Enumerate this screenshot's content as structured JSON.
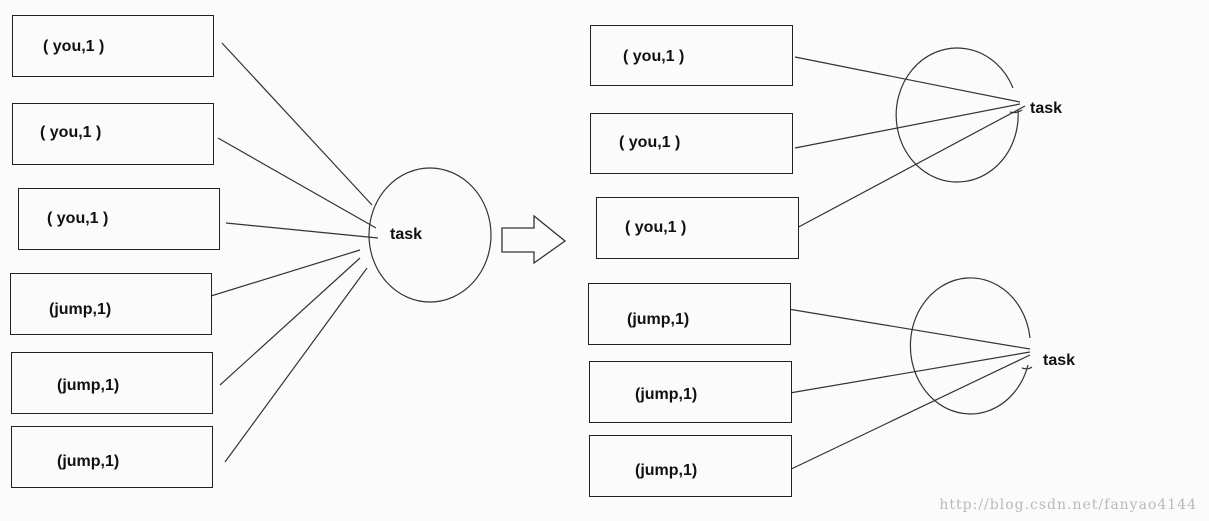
{
  "left_group": {
    "boxes": [
      {
        "label": "( you,1 )"
      },
      {
        "label": "( you,1 )"
      },
      {
        "label": "( you,1 )"
      },
      {
        "label": "(jump,1)"
      },
      {
        "label": "(jump,1)"
      },
      {
        "label": "(jump,1)"
      }
    ],
    "task_label": "task"
  },
  "right_group": {
    "boxes": [
      {
        "label": "( you,1 )"
      },
      {
        "label": "( you,1 )"
      },
      {
        "label": "( you,1 )"
      },
      {
        "label": "(jump,1)"
      },
      {
        "label": "(jump,1)"
      },
      {
        "label": "(jump,1)"
      }
    ],
    "task_top_label": "task",
    "task_bottom_label": "task"
  },
  "watermark": "http://blog.csdn.net/fanyao4144",
  "colors": {
    "line": "#333333",
    "background": "#fbfbfb"
  }
}
